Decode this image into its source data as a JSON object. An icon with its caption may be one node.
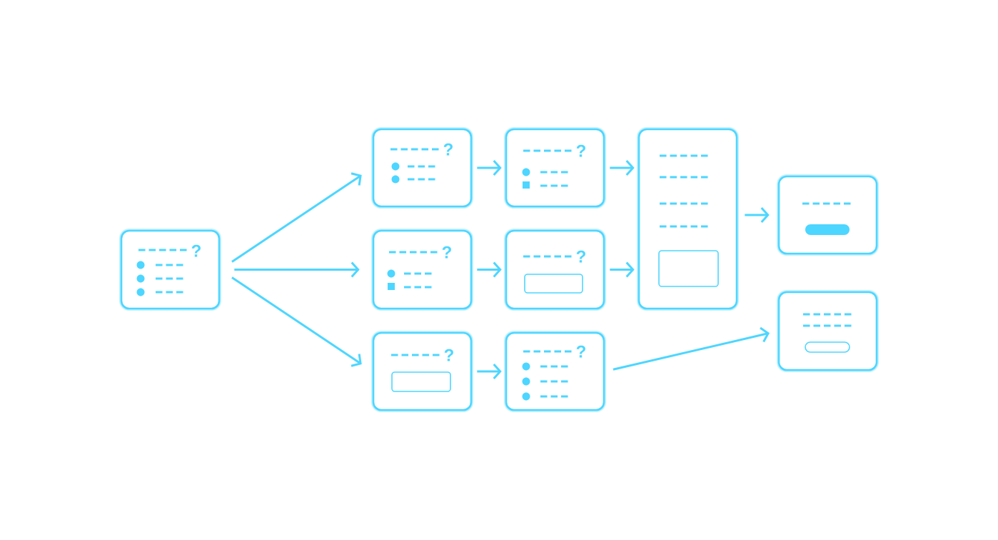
{
  "diagram": {
    "nodes": [
      {
        "text": [
          "?"
        ]
      },
      {
        "text": [
          "?"
        ]
      },
      {
        "text": [
          "?"
        ]
      },
      {
        "text": [
          "?"
        ]
      },
      {
        "text": [
          "?"
        ]
      },
      {
        "text": [
          "?"
        ]
      },
      {
        "text": [
          "?"
        ]
      },
      {
        "text": [],
        "shape": "box"
      },
      {
        "text": [],
        "shape": "box"
      },
      {
        "text": [],
        "shape": "box"
      }
    ],
    "edges": [
      {
        "from": 0,
        "to": 1,
        "arrow": "to"
      },
      {
        "from": 0,
        "to": 2,
        "arrow": "to"
      },
      {
        "from": 0,
        "to": 3,
        "arrow": "to"
      },
      {
        "from": 1,
        "to": 4,
        "arrow": "to"
      },
      {
        "from": 2,
        "to": 5,
        "arrow": "to"
      },
      {
        "from": 3,
        "to": 6,
        "arrow": "to"
      },
      {
        "from": 4,
        "to": 7,
        "arrow": "to"
      },
      {
        "from": 5,
        "to": 7,
        "arrow": "to"
      },
      {
        "from": 7,
        "to": 8,
        "arrow": "to"
      },
      {
        "from": 6,
        "to": 9,
        "arrow": "to"
      }
    ]
  }
}
